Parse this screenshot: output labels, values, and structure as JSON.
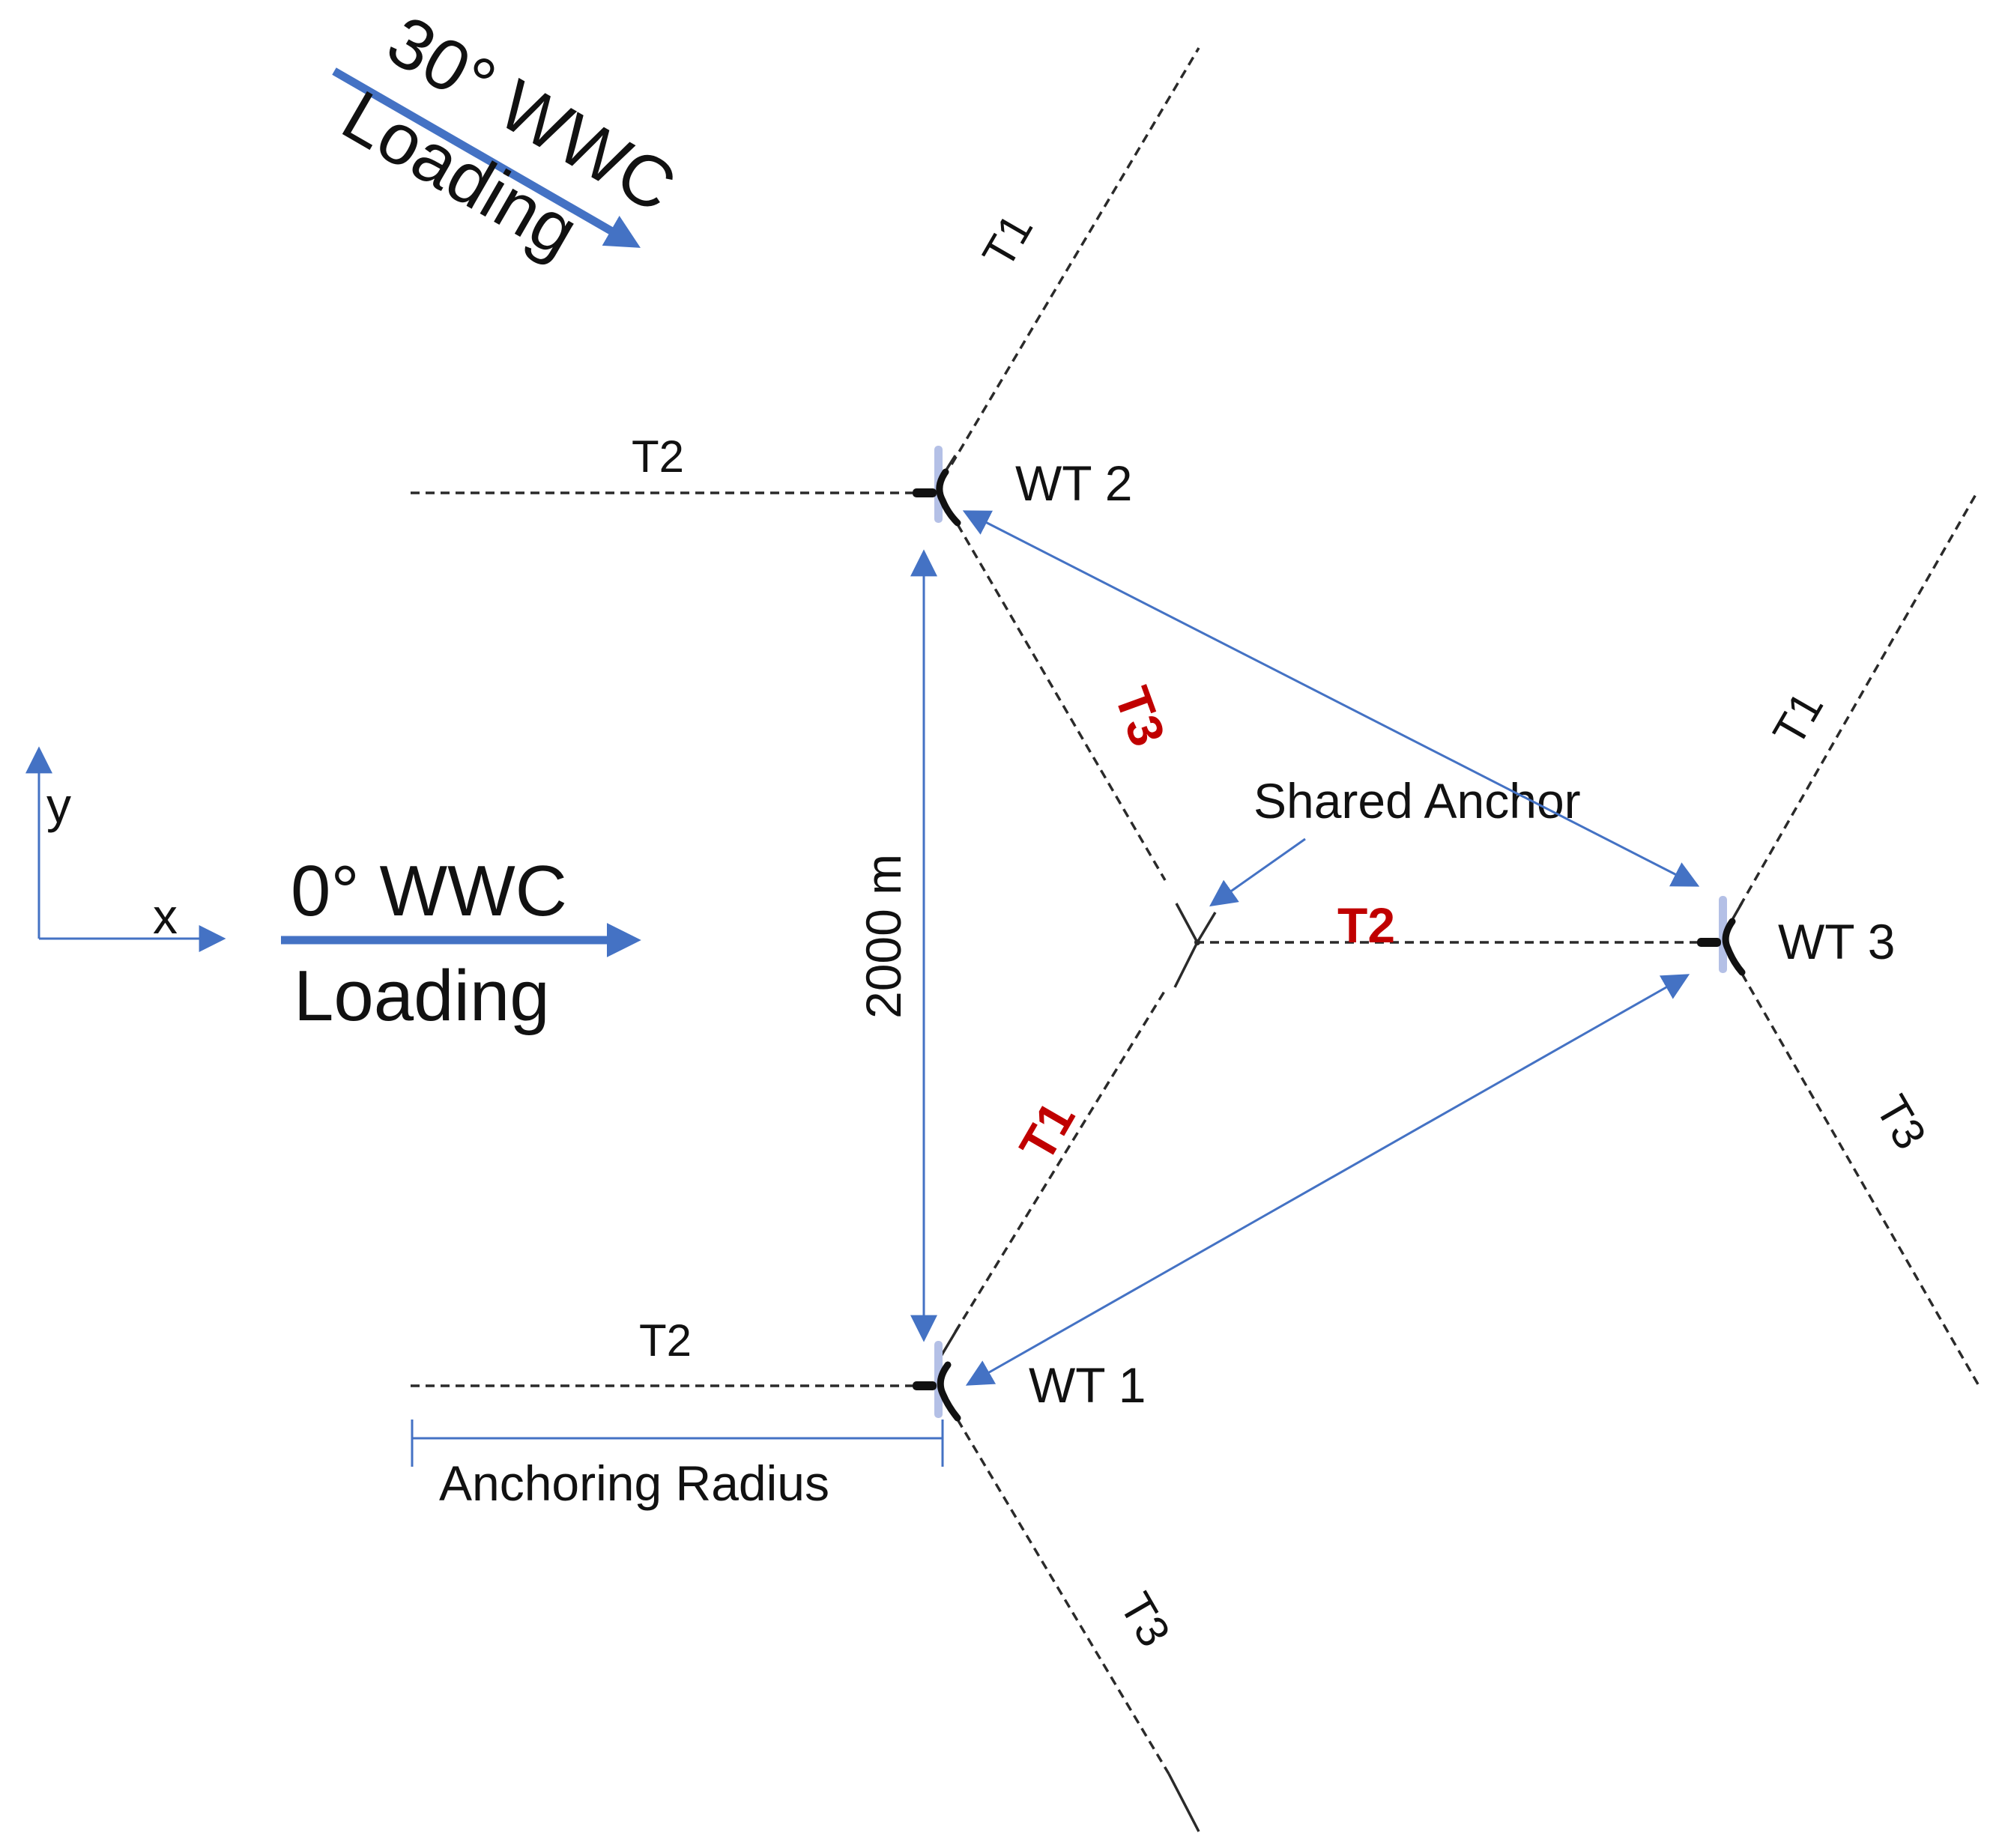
{
  "labels": {
    "loading_30": {
      "line1": "30° WWC",
      "line2": "Loading"
    },
    "loading_0": {
      "line1": "0° WWC",
      "line2": "Loading"
    },
    "axes": {
      "x": "x",
      "y": "y"
    },
    "turbines": {
      "wt1": "WT 1",
      "wt2": "WT 2",
      "wt3": "WT 3"
    },
    "lines": {
      "wt2_t1": "T1",
      "wt2_t2": "T2",
      "wt2_t3": "T3",
      "wt1_t1": "T1",
      "wt1_t2": "T2",
      "wt1_t3": "T3",
      "wt3_t1": "T1",
      "wt3_t2": "T2",
      "wt3_t3": "T3"
    },
    "shared_anchor": "Shared Anchor",
    "spacing": "2000 m",
    "anchoring_radius": "Anchoring Radius"
  },
  "colors": {
    "arrow_blue": "#4472c4",
    "shared_line_red": "#c00000",
    "mooring_line": "#2a2a2a",
    "turbine_blade": "#b4c0e6"
  }
}
